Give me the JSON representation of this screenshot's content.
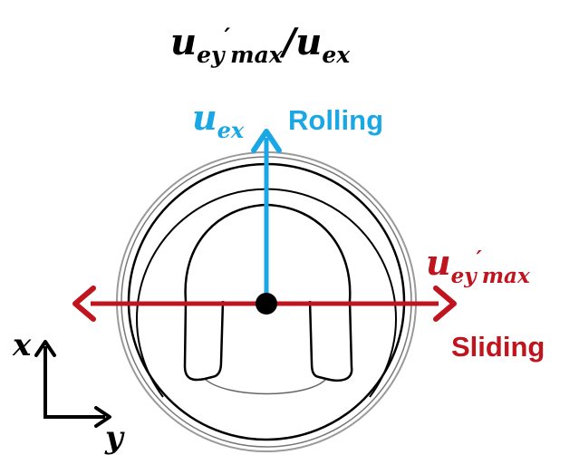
{
  "title": {
    "base": "u",
    "sub1": "ey",
    "prime": "′",
    "sub2": "max",
    "slash": "/",
    "base2": "u",
    "sub3": "ex"
  },
  "rolling": {
    "symbol_base": "u",
    "symbol_sub": "ex",
    "label": "Rolling",
    "color": "#1AA7E6"
  },
  "sliding": {
    "symbol_base": "u",
    "symbol_sub": "ey",
    "symbol_prime": "′",
    "symbol_sub2": "max",
    "label": "Sliding",
    "color": "#C0141E"
  },
  "axes": {
    "x_label": "x",
    "y_label": "y"
  }
}
